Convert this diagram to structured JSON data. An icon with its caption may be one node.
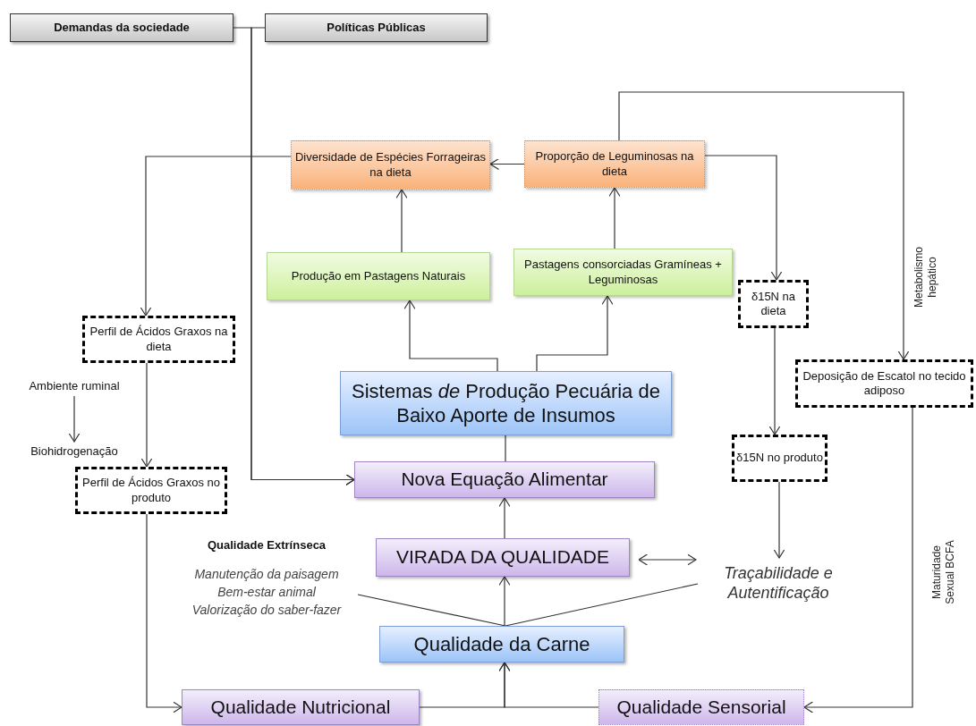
{
  "diagram": {
    "nodes": [
      {
        "text": [
          "Demandas da sociedade"
        ]
      },
      {
        "text": [
          "Políticas Públicas"
        ]
      },
      {
        "text": [
          "Diversidade de Espécies Forrageiras na dieta"
        ]
      },
      {
        "text": [
          "Proporção de Leguminosas na dieta"
        ]
      },
      {
        "text": [
          "Produção em Pastagens Naturais"
        ]
      },
      {
        "text": [
          "Pastagens consorciadas Gramíneas + Leguminosas"
        ]
      },
      {
        "text": [
          "δ15N na dieta"
        ]
      },
      {
        "text": [
          "Perfil de Ácidos Graxos na dieta"
        ]
      },
      {
        "text": [
          "Deposição de Escatol no tecido adiposo"
        ]
      },
      {
        "text": [
          "Sistemas *de* Produção Pecuária de Baixo Aporte de Insumos"
        ]
      },
      {
        "text": [
          "δ15N no produto"
        ]
      },
      {
        "text": [
          "Perfil de Ácidos Graxos no produto"
        ]
      },
      {
        "text": [
          "Nova Equação Alimentar"
        ]
      },
      {
        "text": [
          "Ambiente ruminal"
        ]
      },
      {
        "text": [
          "Biohidrogenação"
        ]
      },
      {
        "text": [
          "VIRADA DA QUALIDADE"
        ]
      },
      {
        "text": [
          "Qualidade Extrínseca",
          "Manutenção da paisagem",
          "Bem-estar animal",
          "Valorização do saber-fazer"
        ]
      },
      {
        "text": [
          "Traçabilidade e Autentificação"
        ]
      },
      {
        "text": [
          "Qualidade da Carne"
        ]
      },
      {
        "text": [
          "Qualidade Nutricional"
        ]
      },
      {
        "text": [
          "Qualidade Sensorial"
        ]
      }
    ],
    "edges": [
      {
        "from": 0,
        "to": 12,
        "arrow": "to"
      },
      {
        "from": 1,
        "to": 12,
        "arrow": "to"
      },
      {
        "from": 3,
        "to": 2,
        "arrow": "to"
      },
      {
        "from": 4,
        "to": 2,
        "arrow": "to"
      },
      {
        "from": 5,
        "to": 3,
        "arrow": "to"
      },
      {
        "from": 9,
        "to": 4,
        "arrow": "to"
      },
      {
        "from": 9,
        "to": 5,
        "arrow": "to"
      },
      {
        "from": 2,
        "to": 7,
        "arrow": "to"
      },
      {
        "from": 7,
        "to": 11,
        "arrow": "to"
      },
      {
        "from": 13,
        "to": 14,
        "arrow": "to"
      },
      {
        "from": 3,
        "to": 6,
        "arrow": "to"
      },
      {
        "from": 3,
        "to": 8,
        "arrow": "to"
      },
      {
        "from": 6,
        "to": 10,
        "arrow": "to"
      },
      {
        "from": 10,
        "to": 17,
        "arrow": "to"
      },
      {
        "from": 9,
        "to": 12,
        "arrow": "none"
      },
      {
        "from": 15,
        "to": 12,
        "arrow": "to"
      },
      {
        "from": 18,
        "to": 15,
        "arrow": "to"
      },
      {
        "from": 19,
        "to": 18,
        "arrow": "to"
      },
      {
        "from": 20,
        "to": 18,
        "arrow": "to"
      },
      {
        "from": 11,
        "to": 19,
        "arrow": "to"
      },
      {
        "from": 8,
        "to": 20,
        "arrow": "to"
      },
      {
        "from": 18,
        "to": 16,
        "arrow": "none"
      },
      {
        "from": 18,
        "to": 17,
        "arrow": "none"
      },
      {
        "from": 15,
        "to": 17,
        "arrow": "both"
      }
    ],
    "labels": [
      "Metabolismo hepático",
      "Maturidade Sexual BCFA"
    ]
  }
}
